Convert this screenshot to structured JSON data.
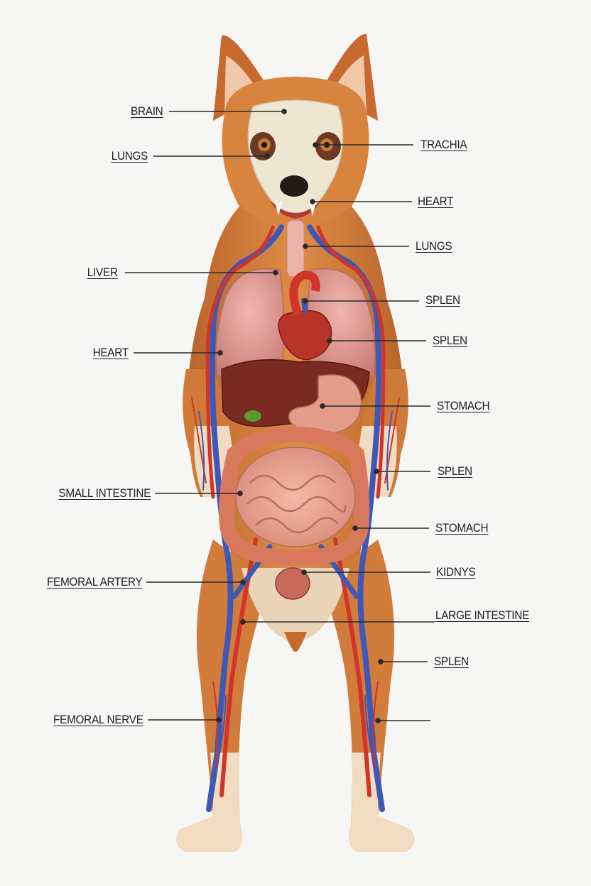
{
  "colors": {
    "fur": "#d47e38",
    "fur_dark": "#b3602a",
    "fur_light": "#f0dcc0",
    "skull": "#efe6d2",
    "artery": "#d1342b",
    "vein": "#3e58b5",
    "lung": "#dd9a93",
    "liver": "#7a2a20",
    "intestine": "#e7a190",
    "colon": "#d8795e",
    "leader_line": "#2a2a2a"
  },
  "labels_left": [
    {
      "id": "brain",
      "text": "BRAIN"
    },
    {
      "id": "lungs-left",
      "text": "LUNGS"
    },
    {
      "id": "liver",
      "text": "LIVER"
    },
    {
      "id": "heart-left",
      "text": "HEART"
    },
    {
      "id": "small-intestine",
      "text": "SMALL INTESTINE"
    },
    {
      "id": "femoral-artery",
      "text": "FEMORAL ARTERY"
    },
    {
      "id": "femoral-nerve",
      "text": "FEMORAL NERVE"
    }
  ],
  "labels_right": [
    {
      "id": "trachia",
      "text": "TRACHIA"
    },
    {
      "id": "heart-right",
      "text": "HEART"
    },
    {
      "id": "lungs-right",
      "text": "LUNGS"
    },
    {
      "id": "splen-1",
      "text": "SPLEN"
    },
    {
      "id": "splen-2",
      "text": "SPLEN"
    },
    {
      "id": "stomach-1",
      "text": "STOMACH"
    },
    {
      "id": "splen-3",
      "text": "SPLEN"
    },
    {
      "id": "stomach-2",
      "text": "STOMACH"
    },
    {
      "id": "kidnys",
      "text": "KIDNYS"
    },
    {
      "id": "large-intestine",
      "text": "LARGE INTESTINE"
    },
    {
      "id": "splen-4",
      "text": "SPLEN"
    },
    {
      "id": "unlabeled",
      "text": ""
    }
  ]
}
